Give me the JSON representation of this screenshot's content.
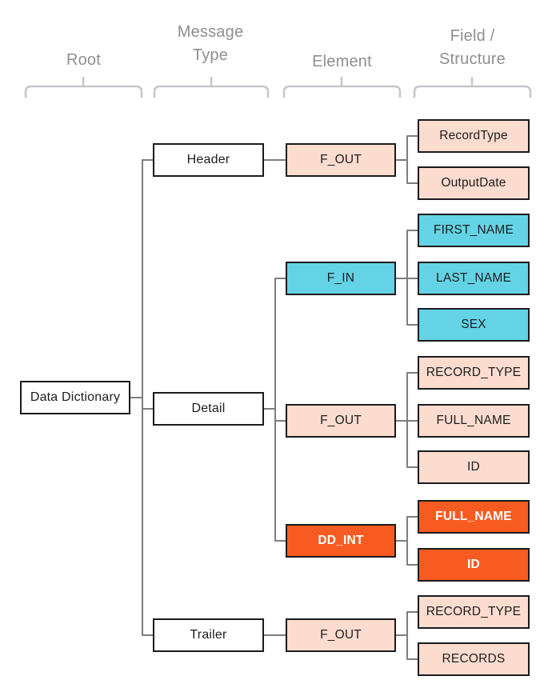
{
  "columns": [
    {
      "label": "Root",
      "label_lines": [
        "Root"
      ]
    },
    {
      "label": "Message Type",
      "label_lines": [
        "Message",
        "Type"
      ]
    },
    {
      "label": "Element",
      "label_lines": [
        "Element"
      ]
    },
    {
      "label": "Field / Structure",
      "label_lines": [
        "Field /",
        "Structure"
      ]
    }
  ],
  "tree": {
    "root": {
      "label": "Data Dictionary",
      "color": "white"
    },
    "message_types": [
      {
        "label": "Header",
        "color": "white",
        "elements": [
          {
            "label": "F_OUT",
            "color": "pink",
            "fields": [
              {
                "label": "RecordType",
                "color": "pink"
              },
              {
                "label": "OutputDate",
                "color": "pink"
              }
            ]
          }
        ]
      },
      {
        "label": "Detail",
        "color": "white",
        "elements": [
          {
            "label": "F_IN",
            "color": "cyan",
            "fields": [
              {
                "label": "FIRST_NAME",
                "color": "cyan"
              },
              {
                "label": "LAST_NAME",
                "color": "cyan"
              },
              {
                "label": "SEX",
                "color": "cyan"
              }
            ]
          },
          {
            "label": "F_OUT",
            "color": "pink",
            "fields": [
              {
                "label": "RECORD_TYPE",
                "color": "pink"
              },
              {
                "label": "FULL_NAME",
                "color": "pink"
              },
              {
                "label": "ID",
                "color": "pink"
              }
            ]
          },
          {
            "label": "DD_INT",
            "color": "orange",
            "fields": [
              {
                "label": "FULL_NAME",
                "color": "orange"
              },
              {
                "label": "ID",
                "color": "orange"
              }
            ]
          }
        ]
      },
      {
        "label": "Trailer",
        "color": "white",
        "elements": [
          {
            "label": "F_OUT",
            "color": "pink",
            "fields": [
              {
                "label": "RECORD_TYPE",
                "color": "pink"
              },
              {
                "label": "RECORDS",
                "color": "pink"
              }
            ]
          }
        ]
      }
    ]
  },
  "colors": {
    "pink": "#fcdccf",
    "cyan": "#63d3e5",
    "orange": "#f75b22",
    "box_border": "#1b1b1b",
    "connector": "#7d7d7d",
    "bracket": "#c5c5ca",
    "column_label": "#8e8e96"
  }
}
